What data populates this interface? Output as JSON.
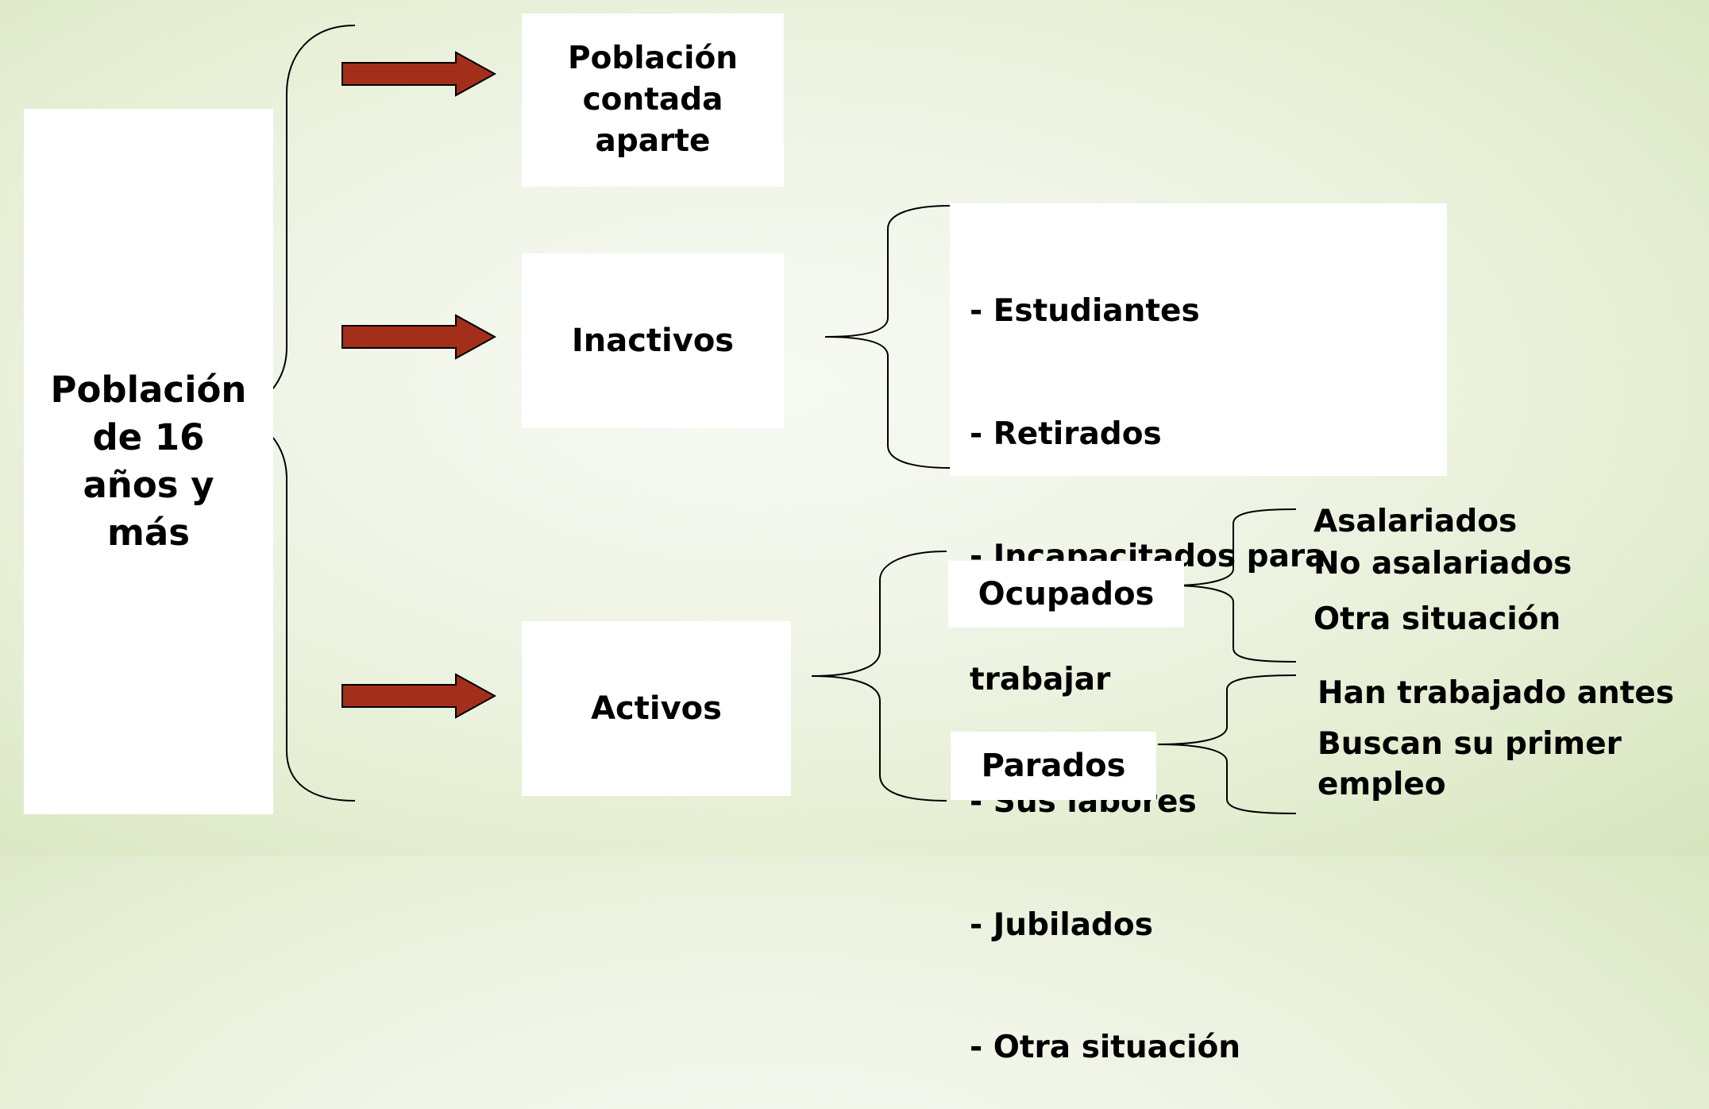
{
  "root": {
    "label": "Población\nde 16\naños y\nmás"
  },
  "branches": {
    "aparte": "Población\ncontada\naparte",
    "inactivos": "Inactivos",
    "activos": "Activos"
  },
  "inactivos_list": [
    "- Estudiantes",
    "- Retirados",
    "- Incapacitados para",
    "trabajar",
    "- Sus labores",
    "- Jubilados",
    "- Otra situación"
  ],
  "activos": {
    "ocupados": {
      "label": "Ocupados",
      "items": [
        "Asalariados",
        "No asalariados",
        "Otra situación"
      ]
    },
    "parados": {
      "label": "Parados",
      "items": [
        "Han trabajado antes",
        "Buscan su primer\nempleo"
      ]
    }
  },
  "colors": {
    "arrow_fill": "#a32f1b",
    "box_fill": "#ffffff",
    "background": "#eef4e4"
  }
}
